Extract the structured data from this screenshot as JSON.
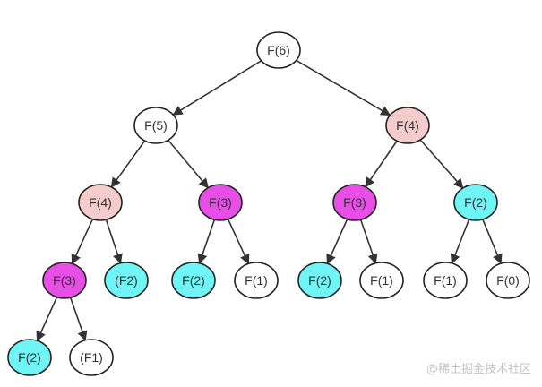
{
  "diagram": {
    "type": "recursion-tree",
    "colors": {
      "white": "#ffffff",
      "pink": "#f5cccc",
      "magenta": "#e64ee6",
      "cyan": "#6ff5f5",
      "stroke": "#222222",
      "edge": "#333333"
    },
    "nodes": [
      {
        "id": "n1",
        "label": "F(6)",
        "fill": "white"
      },
      {
        "id": "n2",
        "label": "F(5)",
        "fill": "white"
      },
      {
        "id": "n3",
        "label": "F(4)",
        "fill": "pink"
      },
      {
        "id": "n4",
        "label": "F(4)",
        "fill": "pink"
      },
      {
        "id": "n5",
        "label": "F(3)",
        "fill": "magenta"
      },
      {
        "id": "n6",
        "label": "F(3)",
        "fill": "magenta"
      },
      {
        "id": "n7",
        "label": "F(2)",
        "fill": "cyan"
      },
      {
        "id": "n8",
        "label": "F(3)",
        "fill": "magenta"
      },
      {
        "id": "n9",
        "label": "(F2)",
        "fill": "cyan"
      },
      {
        "id": "n10",
        "label": "F(2)",
        "fill": "cyan"
      },
      {
        "id": "n11",
        "label": "F(1)",
        "fill": "white"
      },
      {
        "id": "n12",
        "label": "F(2)",
        "fill": "cyan"
      },
      {
        "id": "n13",
        "label": "F(1)",
        "fill": "white"
      },
      {
        "id": "n14",
        "label": "F(1)",
        "fill": "white"
      },
      {
        "id": "n15",
        "label": "F(0)",
        "fill": "white"
      },
      {
        "id": "n16",
        "label": "F(2)",
        "fill": "cyan"
      },
      {
        "id": "n17",
        "label": "(F1)",
        "fill": "white"
      }
    ],
    "edges": [
      [
        "n1",
        "n2"
      ],
      [
        "n1",
        "n3"
      ],
      [
        "n2",
        "n4"
      ],
      [
        "n2",
        "n5"
      ],
      [
        "n3",
        "n6"
      ],
      [
        "n3",
        "n7"
      ],
      [
        "n4",
        "n8"
      ],
      [
        "n4",
        "n9"
      ],
      [
        "n5",
        "n10"
      ],
      [
        "n5",
        "n11"
      ],
      [
        "n6",
        "n12"
      ],
      [
        "n6",
        "n13"
      ],
      [
        "n7",
        "n14"
      ],
      [
        "n7",
        "n15"
      ],
      [
        "n8",
        "n16"
      ],
      [
        "n8",
        "n17"
      ]
    ]
  },
  "watermark": "@稀土掘金技术社区"
}
